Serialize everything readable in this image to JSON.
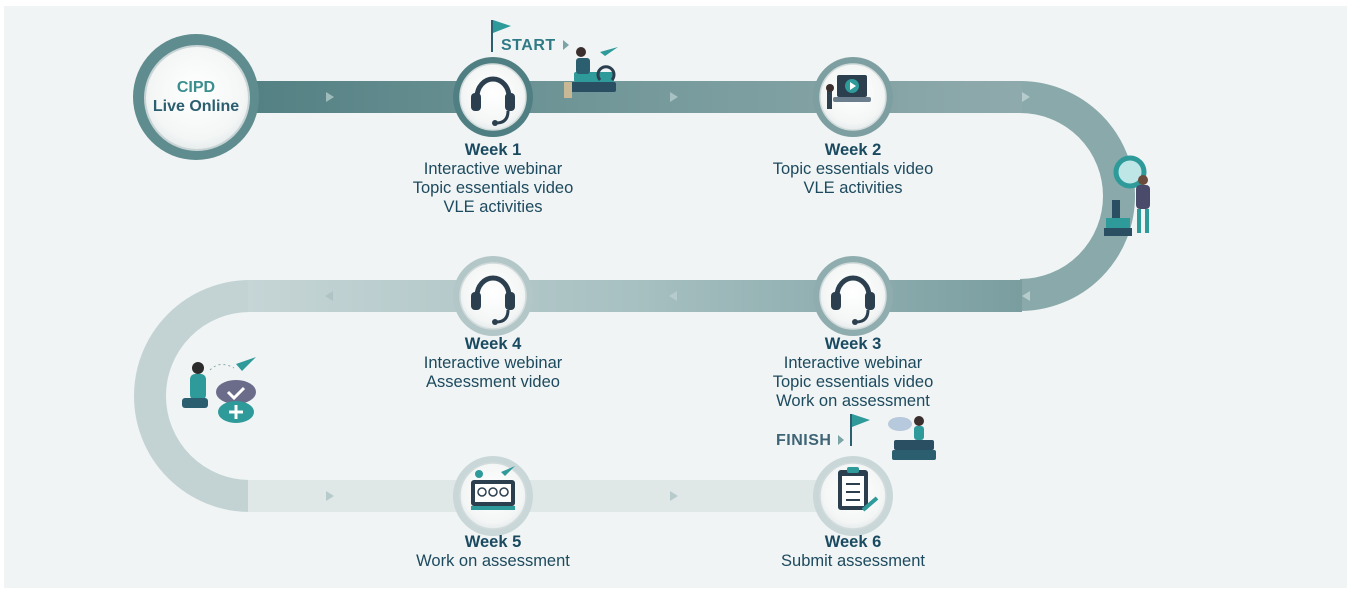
{
  "hub": {
    "line1": "CIPD",
    "line2": "Live Online"
  },
  "start_label": "START",
  "finish_label": "FINISH",
  "weeks": [
    {
      "title": "Week 1",
      "lines": [
        "Interactive webinar",
        "Topic essentials video",
        "VLE activities"
      ],
      "icon": "headset-icon"
    },
    {
      "title": "Week 2",
      "lines": [
        "Topic essentials video",
        "VLE activities"
      ],
      "icon": "laptop-video-icon"
    },
    {
      "title": "Week 3",
      "lines": [
        "Interactive webinar",
        "Topic essentials video",
        "Work on assessment"
      ],
      "icon": "headset-icon"
    },
    {
      "title": "Week 4",
      "lines": [
        "Interactive webinar",
        "Assessment video"
      ],
      "icon": "headset-icon"
    },
    {
      "title": "Week 5",
      "lines": [
        "Work on assessment"
      ],
      "icon": "checklist-icon"
    },
    {
      "title": "Week 6",
      "lines": [
        "Submit assessment"
      ],
      "icon": "clipboard-icon"
    }
  ],
  "colors": {
    "background_panel": "#f0f4f4",
    "track_dark": "#5b8688",
    "track_mid": "#8faeb0",
    "track_light": "#c5d5d6",
    "track_lightest": "#dde6e6",
    "text": "#1d4a5e",
    "accent": "#2e9a9a"
  }
}
